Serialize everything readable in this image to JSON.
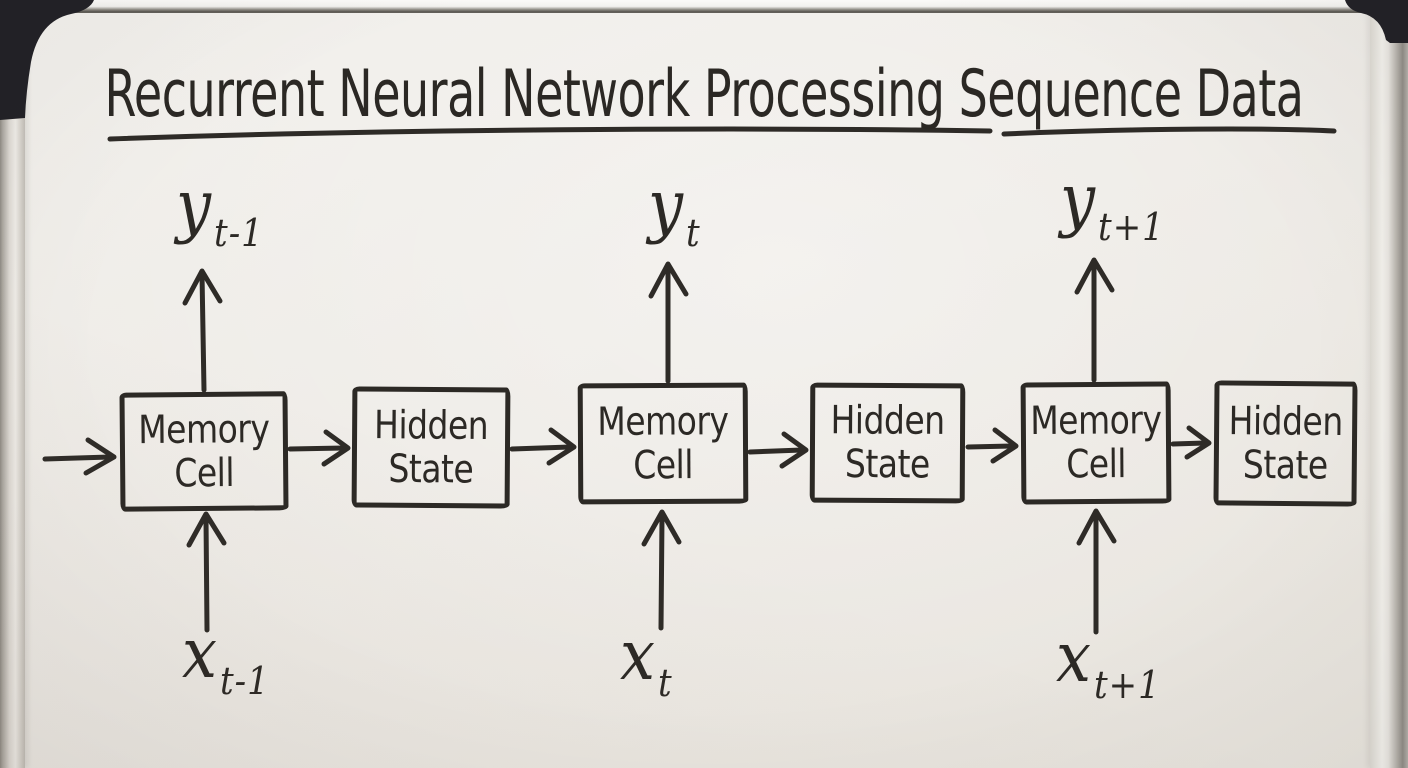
{
  "title": {
    "text": "Recurrent Neural Network Processing Sequence Data"
  },
  "nodes": [
    {
      "label": "Memory Cell"
    },
    {
      "label": "Hidden State"
    },
    {
      "label": "Memory Cell"
    },
    {
      "label": "Hidden State"
    },
    {
      "label": "Memory Cell"
    },
    {
      "label": "Hidden State"
    }
  ],
  "outputs": [
    {
      "base": "y",
      "sub": "t-1"
    },
    {
      "base": "y",
      "sub": "t"
    },
    {
      "base": "y",
      "sub": "t+1"
    }
  ],
  "inputs": [
    {
      "base": "x",
      "sub": "t-1"
    },
    {
      "base": "x",
      "sub": "t"
    },
    {
      "base": "x",
      "sub": "t+1"
    }
  ],
  "colors": {
    "marker": "#2c2925",
    "board": "#edeae5",
    "frame_silver": "#d6d2cb",
    "corner_black": "#232227"
  }
}
